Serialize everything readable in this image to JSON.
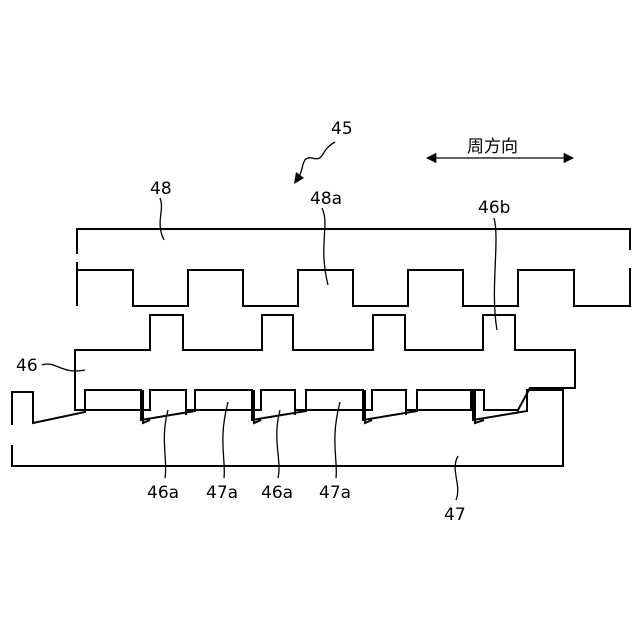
{
  "labels": {
    "assembly": "45",
    "direction": "周方向",
    "upper_member": "48",
    "upper_teeth": "48a",
    "middle_member": "46",
    "middle_upper_teeth": "46b",
    "lower_member": "47",
    "mid_teeth_1": "46a",
    "lower_teeth_1": "47a",
    "mid_teeth_2": "46a",
    "lower_teeth_2": "47a"
  }
}
